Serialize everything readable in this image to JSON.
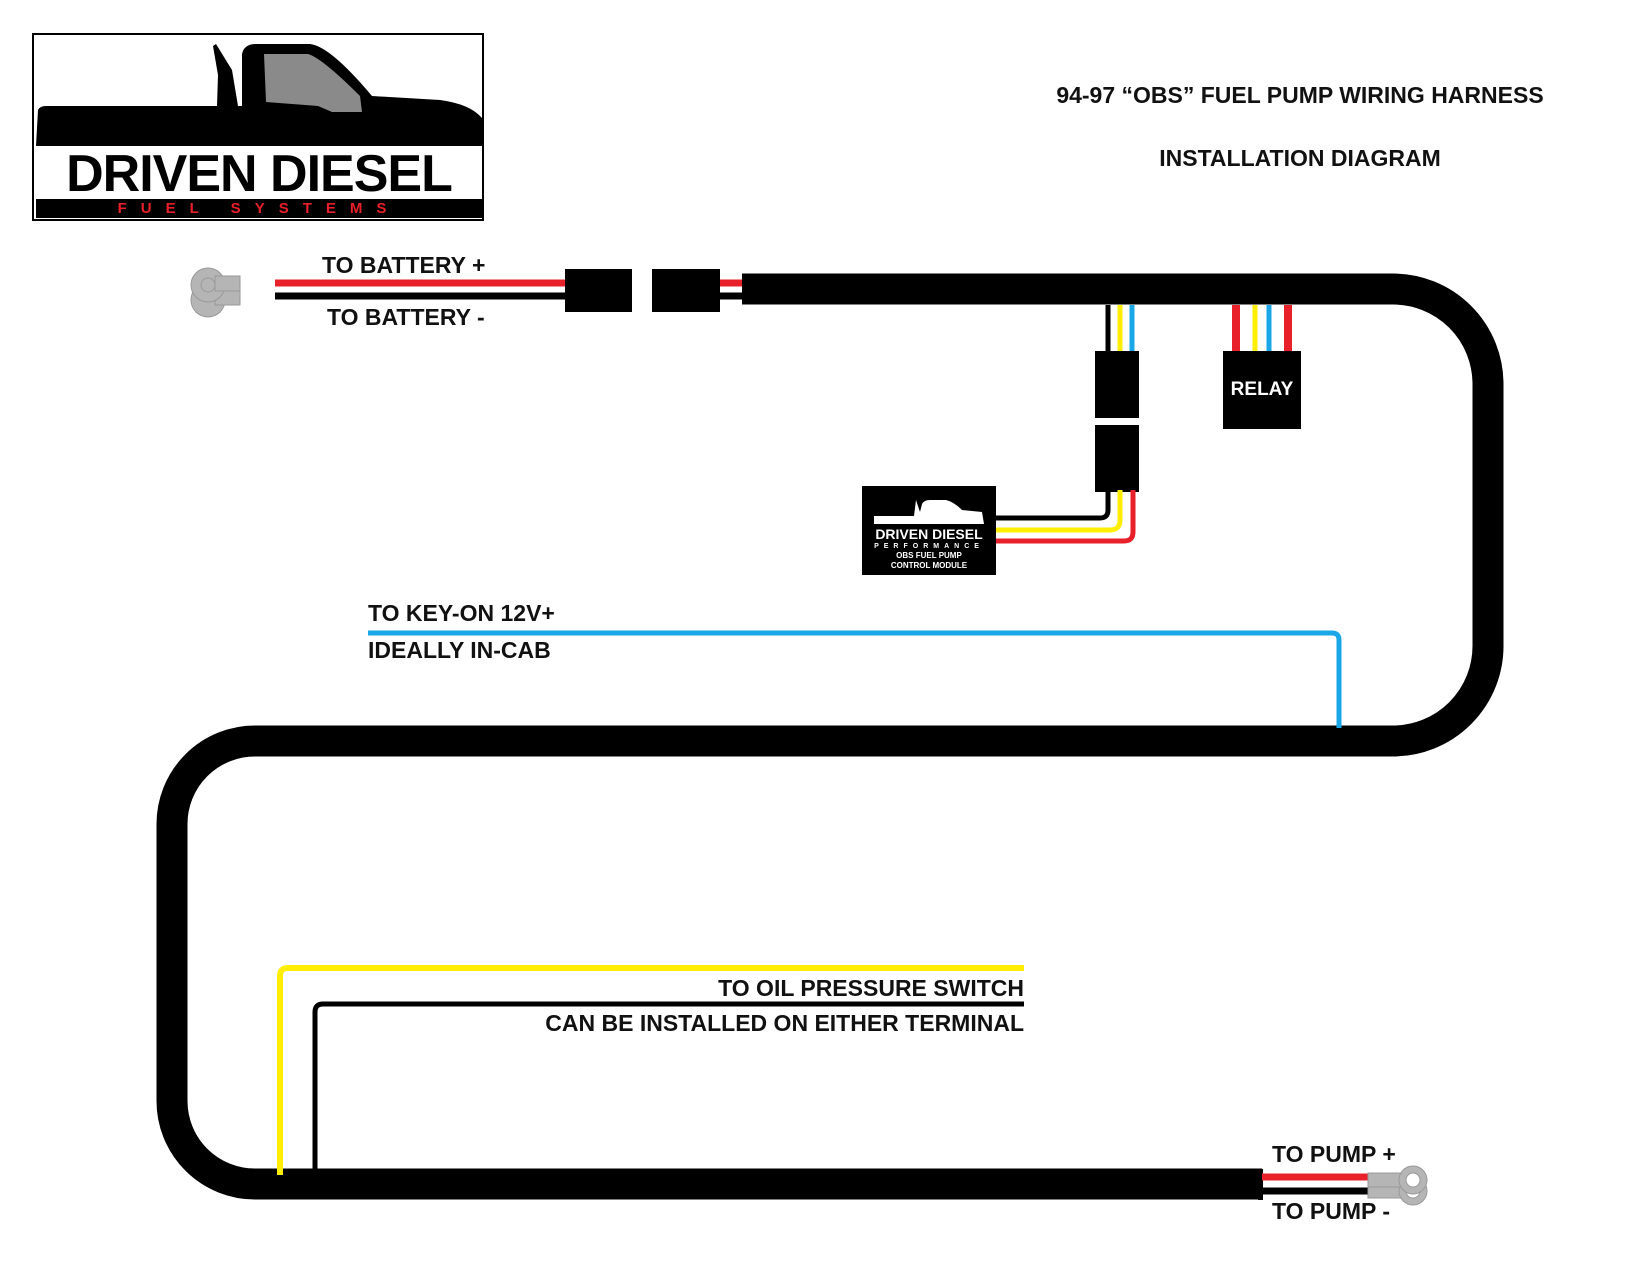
{
  "logo": {
    "brand": "DRIVEN DIESEL",
    "tagline": "FUEL SYSTEMS"
  },
  "header": {
    "title": "94-97 “OBS” FUEL PUMP WIRING HARNESS",
    "subtitle": "INSTALLATION DIAGRAM"
  },
  "battery": {
    "positive_label": "TO BATTERY +",
    "negative_label": "TO BATTERY -"
  },
  "relay": {
    "label": "RELAY"
  },
  "module": {
    "brand": "DRIVEN DIESEL",
    "sub": "PERFORMANCE",
    "line1": "OBS FUEL PUMP",
    "line2": "CONTROL MODULE"
  },
  "key_on": {
    "label1": "TO KEY-ON 12V+",
    "label2": "IDEALLY IN-CAB"
  },
  "oil": {
    "label1": "TO OIL PRESSURE SWITCH",
    "label2": "CAN BE INSTALLED ON EITHER TERMINAL"
  },
  "pump": {
    "positive_label": "TO PUMP +",
    "negative_label": "TO PUMP -"
  },
  "colors": {
    "red": "#e8202a",
    "black": "#000000",
    "yellow": "#ffee00",
    "blue": "#1aa7e8",
    "lug": "#b5b5b5"
  }
}
